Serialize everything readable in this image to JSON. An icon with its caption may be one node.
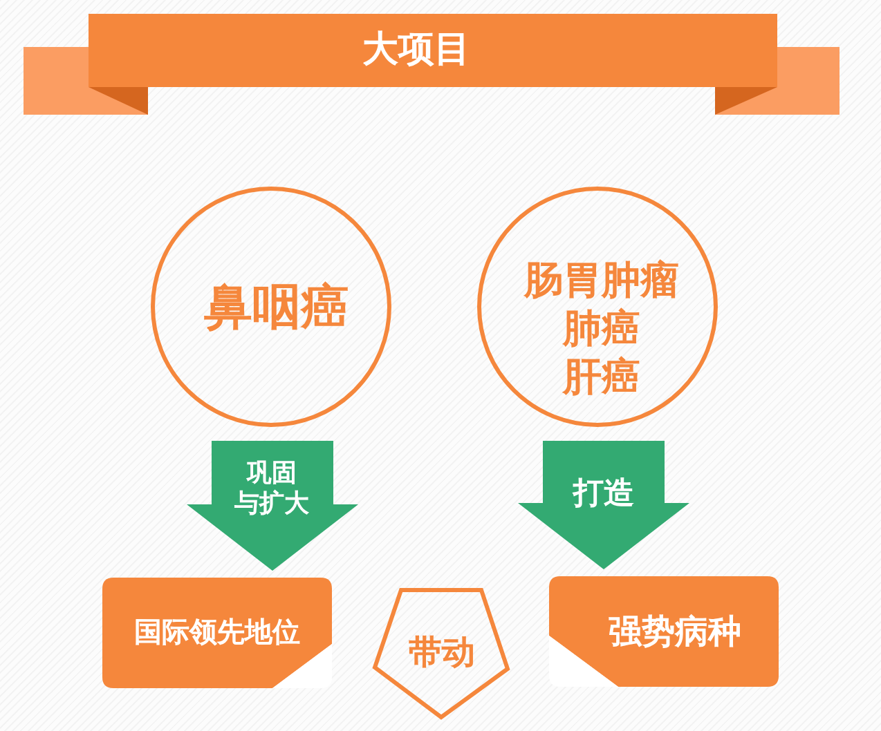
{
  "diagram": {
    "title": "大项目",
    "nodes": [
      {
        "text": [
          "鼻咽癌"
        ]
      },
      {
        "text": [
          "肠胃肿瘤",
          "肺癌",
          "肝癌"
        ]
      },
      {
        "text": [
          "国际领先地位"
        ]
      },
      {
        "text": [
          "带动"
        ]
      },
      {
        "text": [
          "强势病种"
        ]
      }
    ],
    "edges": [
      {
        "from": 0,
        "to": 2,
        "arrow": "to",
        "label": "巩固与扩大"
      },
      {
        "from": 1,
        "to": 4,
        "arrow": "to",
        "label": "打造"
      }
    ]
  }
}
